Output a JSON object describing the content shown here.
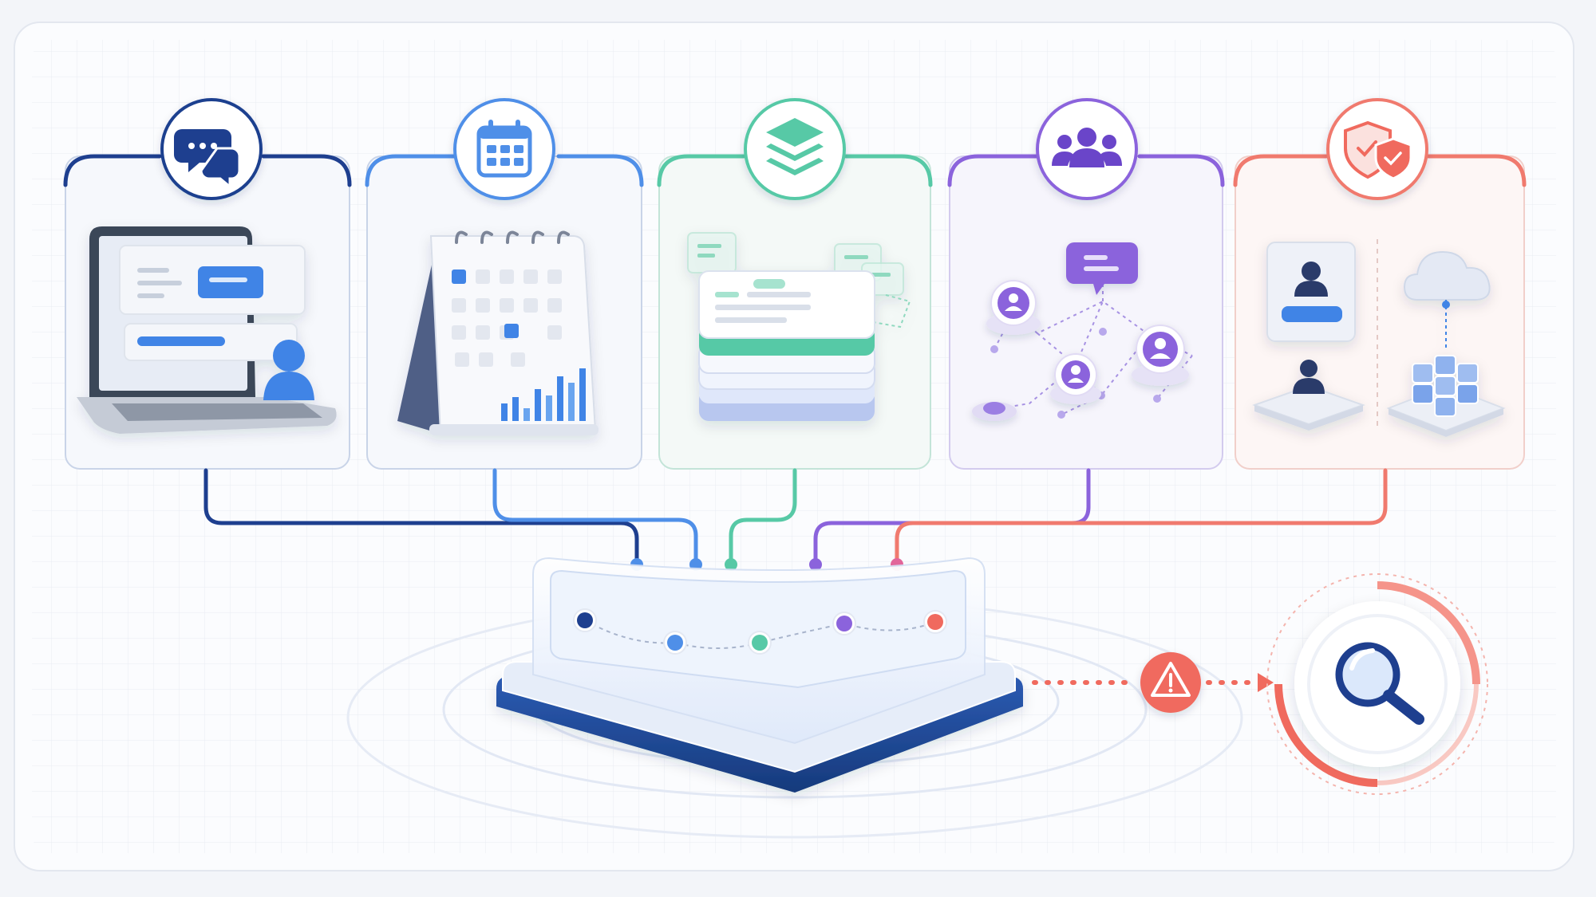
{
  "diagram": {
    "panels": [
      {
        "id": "communication",
        "badge_icon": "chat-bubbles-icon",
        "color": "#1e3f8f",
        "scene": "laptop-with-user-icon"
      },
      {
        "id": "scheduling",
        "badge_icon": "calendar-icon",
        "color": "#4f8fe8",
        "scene": "desk-calendar-with-bar-chart-icon"
      },
      {
        "id": "records",
        "badge_icon": "stacked-layers-icon",
        "color": "#57c9a6",
        "scene": "stacked-documents-icon"
      },
      {
        "id": "network",
        "badge_icon": "user-group-icon",
        "color": "#8b63dc",
        "scene": "connected-people-network-icon"
      },
      {
        "id": "security",
        "badge_icon": "shield-check-icon",
        "color": "#f07a6e",
        "scene": "identity-and-cloud-storage-icon"
      }
    ],
    "hub": {
      "icon": "central-data-platform-icon",
      "node_count": 5
    },
    "alert": {
      "icon": "warning-triangle-icon",
      "color": "#f06a5e"
    },
    "inspector": {
      "icon": "magnifier-icon",
      "ring_color": "#f06a5e"
    },
    "colors": {
      "background": "#f3f5f9",
      "frame": "#ffffff",
      "hub_base": "#1f4a9c"
    }
  }
}
